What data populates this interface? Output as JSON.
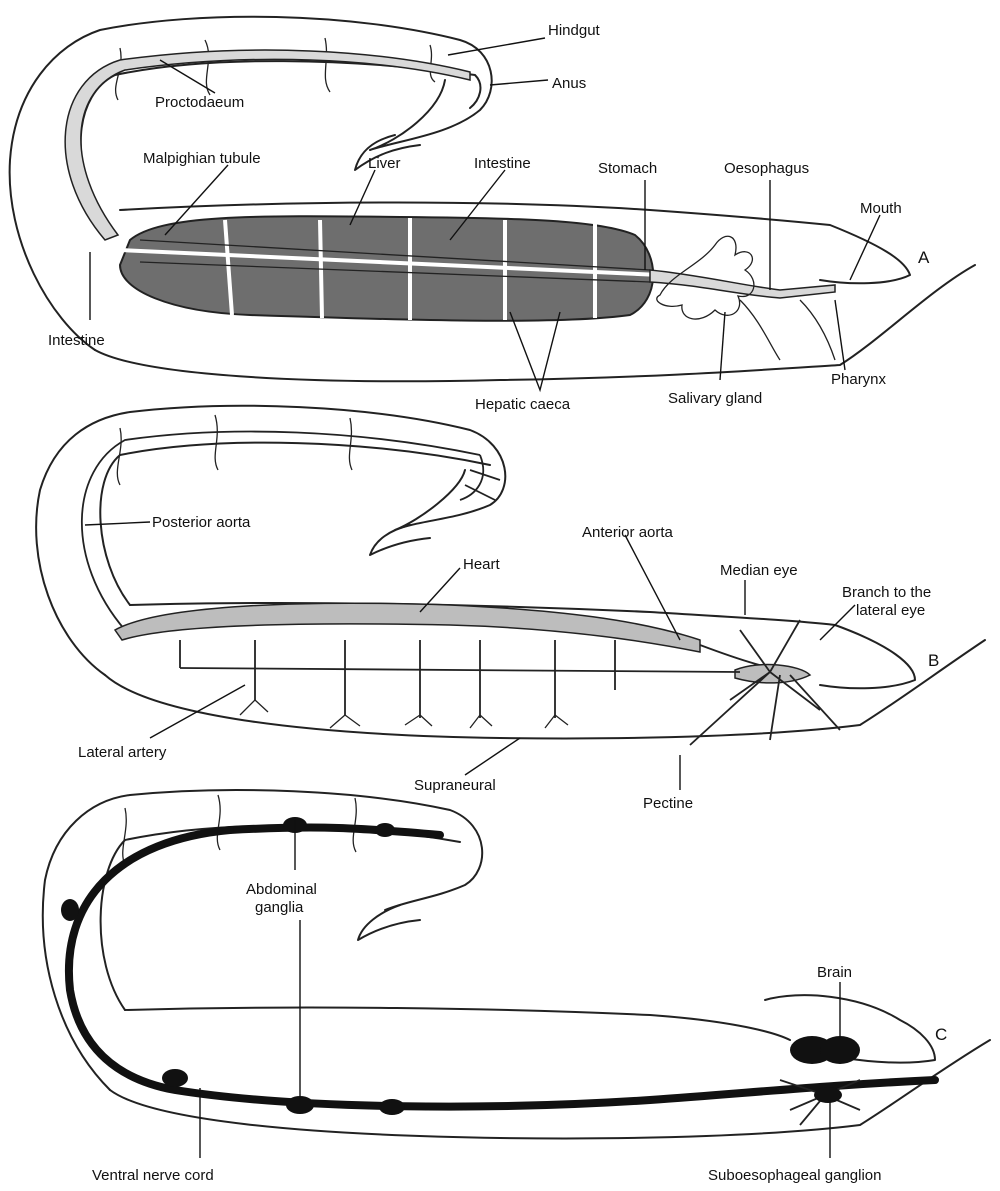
{
  "panels": [
    {
      "panel_label": "A",
      "labels": {
        "hindgut": "Hindgut",
        "anus": "Anus",
        "proctodaeum": "Proctodaeum",
        "malpighian_tubule": "Malpighian tubule",
        "liver": "Liver",
        "intestine_upper": "Intestine",
        "stomach": "Stomach",
        "oesophagus": "Oesophagus",
        "mouth": "Mouth",
        "intestine_left": "Intestine",
        "pharynx": "Pharynx",
        "hepatic_caeca": "Hepatic caeca",
        "salivary_gland": "Salivary gland"
      }
    },
    {
      "panel_label": "B",
      "labels": {
        "posterior_aorta": "Posterior aorta",
        "anterior_aorta": "Anterior aorta",
        "heart": "Heart",
        "median_eye": "Median eye",
        "branch_lateral_eye_1": "Branch to the",
        "branch_lateral_eye_2": "lateral eye",
        "lateral_artery": "Lateral artery",
        "supraneural": "Supraneural",
        "pectine": "Pectine"
      }
    },
    {
      "panel_label": "C",
      "labels": {
        "abdominal_ganglia_1": "Abdominal",
        "abdominal_ganglia_2": "ganglia",
        "brain": "Brain",
        "ventral_nerve_cord": "Ventral nerve cord",
        "suboesophageal_ganglion": "Suboesophageal ganglion"
      }
    }
  ]
}
